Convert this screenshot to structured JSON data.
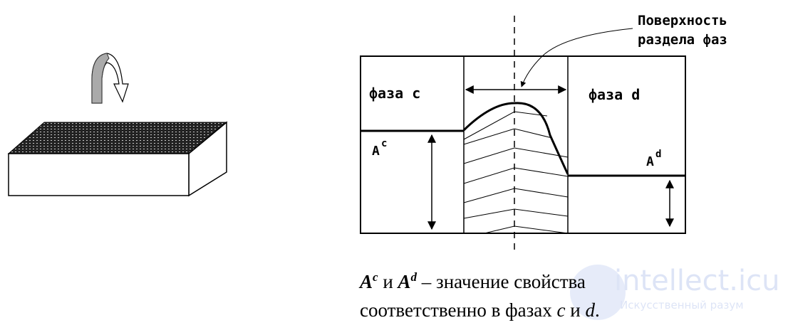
{
  "figure": {
    "interface_label_line1": "Поверхность",
    "interface_label_line2": "раздела фаз",
    "phase_c_label": "фаза c",
    "phase_d_label": "фаза d",
    "property_c": "A",
    "property_c_sup": "c",
    "property_d": "A",
    "property_d_sup": "d"
  },
  "caption": {
    "a": "A",
    "c": "c",
    "and1": " и ",
    "d": "d",
    "rest1": " – значение свойства",
    "line2": "соответственно в фазах ",
    "c2": "c",
    "and2": " и ",
    "d2": "d",
    "end": "."
  },
  "watermark": {
    "text": "intellect.icu",
    "subtext": "Искусственный разум"
  }
}
